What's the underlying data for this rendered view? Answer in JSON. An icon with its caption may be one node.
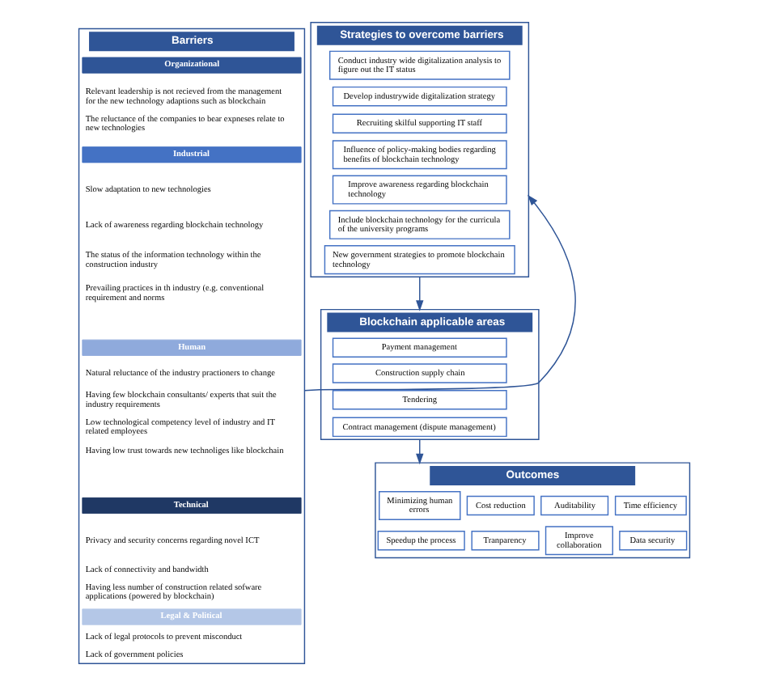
{
  "diagram": {
    "nodes": [
      {
        "text": [
          "Barriers"
        ]
      },
      {
        "text": [
          "Organizational"
        ],
        "in": 0
      },
      {
        "text": [
          "Relevant leadership is not recieved from the management for the new technology adaptions such as blockchain"
        ],
        "in": 0
      },
      {
        "text": [
          "The reluctance of the companies to bear expneses relate to new technologies"
        ],
        "in": 0
      },
      {
        "text": [
          "Industrial"
        ],
        "in": 0
      },
      {
        "text": [
          "Slow adaptation to new technologies"
        ],
        "in": 0
      },
      {
        "text": [
          "Lack of awareness regarding blockchain technology"
        ],
        "in": 0
      },
      {
        "text": [
          "The status of the information technology within the construction industry"
        ],
        "in": 0
      },
      {
        "text": [
          "Prevailing practices in th industry (e.g. conventional requirement and norms"
        ],
        "in": 0
      },
      {
        "text": [
          "Human"
        ],
        "in": 0
      },
      {
        "text": [
          "Natural reluctance of the industry practioners to change"
        ],
        "in": 0
      },
      {
        "text": [
          "Having few blockchain consultants/ experts that suit the industry requirements"
        ],
        "in": 0
      },
      {
        "text": [
          "Low technological competency level of industry and IT related employees"
        ],
        "in": 0
      },
      {
        "text": [
          "Having low trust towards new technoliges like blockchain"
        ],
        "in": 0
      },
      {
        "text": [
          "Technical"
        ],
        "in": 0
      },
      {
        "text": [
          "Privacy and security concerns regarding novel ICT"
        ],
        "in": 0
      },
      {
        "text": [
          "Lack of connectivity and bandwidth"
        ],
        "in": 0
      },
      {
        "text": [
          "Having less number of construction related sofware applications (powered by blockchain)"
        ],
        "in": 0
      },
      {
        "text": [
          "Legal & Political"
        ],
        "in": 0
      },
      {
        "text": [
          "Lack of legal protocols to prevent misconduct"
        ],
        "in": 0
      },
      {
        "text": [
          "Lack of government policies"
        ],
        "in": 0
      },
      {
        "text": [
          "Strategies to overcome barriers"
        ]
      },
      {
        "text": [
          "Conduct industry wide digitalization analysis to figure out the IT status"
        ],
        "in": 21
      },
      {
        "text": [
          "Develop industrywide digitalization strategy"
        ],
        "in": 21
      },
      {
        "text": [
          "Recruiting skilful supporting IT staff"
        ],
        "in": 21
      },
      {
        "text": [
          "Influence of policy-making bodies regarding benefits of blockchain technology"
        ],
        "in": 21
      },
      {
        "text": [
          "Improve awareness regarding blockchain technology"
        ],
        "in": 21
      },
      {
        "text": [
          "Include blockchain technology for the curricula of the university programs"
        ],
        "in": 21
      },
      {
        "text": [
          "New government strategies to promote blockchain technology"
        ],
        "in": 21
      },
      {
        "text": [
          "Blockchain applicable areas"
        ]
      },
      {
        "text": [
          "Payment management"
        ],
        "in": 29
      },
      {
        "text": [
          "Construction supply chain"
        ],
        "in": 29
      },
      {
        "text": [
          "Tendering"
        ],
        "in": 29
      },
      {
        "text": [
          "Contract management (dispute management)"
        ],
        "in": 29
      },
      {
        "text": [
          "Outcomes"
        ]
      },
      {
        "text": [
          "Minimizing human errors"
        ],
        "in": 34
      },
      {
        "text": [
          "Cost reduction"
        ],
        "in": 34
      },
      {
        "text": [
          "Auditability"
        ],
        "in": 34
      },
      {
        "text": [
          "Time efficiency"
        ],
        "in": 34
      },
      {
        "text": [
          "Speedup the process"
        ],
        "in": 34
      },
      {
        "text": [
          "Tranparency"
        ],
        "in": 34
      },
      {
        "text": [
          "Improve collaboration"
        ],
        "in": 34
      },
      {
        "text": [
          "Data security"
        ],
        "in": 34
      }
    ],
    "edges": [
      {
        "from": 0,
        "to": 21,
        "arrow": "to"
      },
      {
        "from": 21,
        "to": 29,
        "arrow": "to"
      },
      {
        "from": 29,
        "to": 34,
        "arrow": "to"
      }
    ]
  }
}
